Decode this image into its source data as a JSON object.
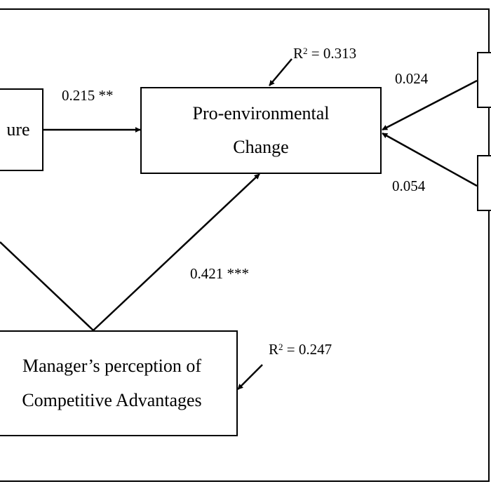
{
  "nodes": {
    "left_top_label": "ure",
    "pro_env_line1": "Pro-environmental",
    "pro_env_line2": "Change",
    "manager_line1": "Manager’s perception of",
    "manager_line2": "Competitive Advantages"
  },
  "paths": {
    "left_to_proenv": "0.215 **",
    "manager_to_proenv": "0.421 ***",
    "right_top_to_proenv": "0.024",
    "right_bottom_to_proenv": "0.054"
  },
  "r_squared": {
    "symbol": "R",
    "superscript": "2",
    "pro_env_value": " = 0.313",
    "manager_value": " = 0.247"
  }
}
